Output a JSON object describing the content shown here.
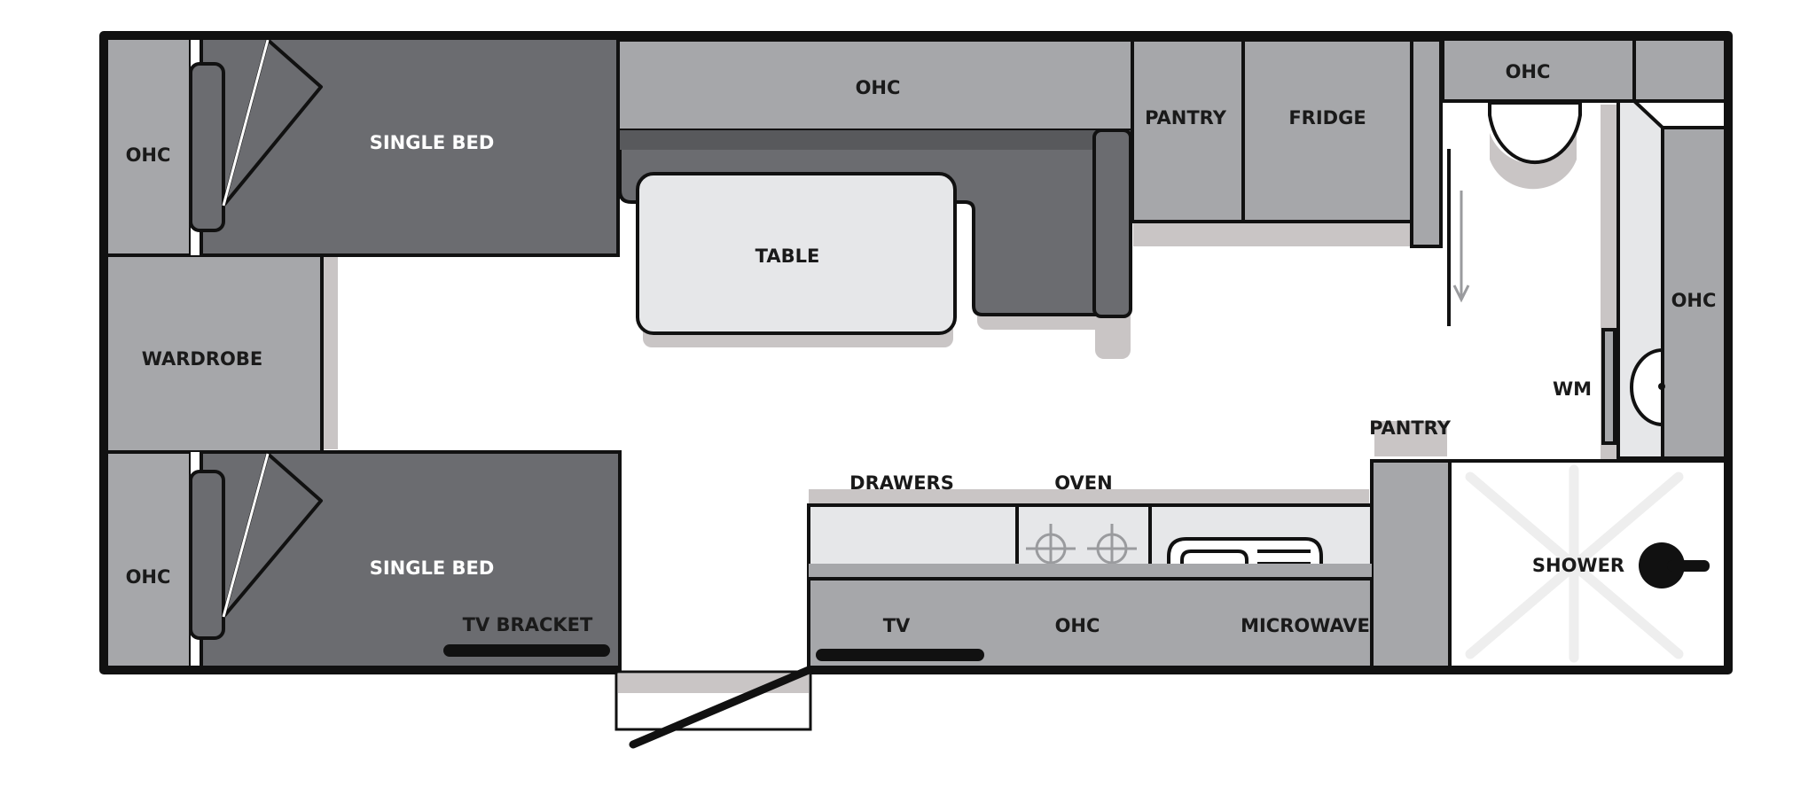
{
  "colors": {
    "wall": "#111111",
    "light_grey": "#a6a7aa",
    "dark_grey": "#6b6c70",
    "medium_grey": "#8a8b8e",
    "pale": "#e6e7e9",
    "shadow": "#c9c5c5",
    "floor": "#ffffff"
  },
  "labels": {
    "ohc_top_left": "OHC",
    "single_bed_top": "SINGLE BED",
    "ohc_top_middle": "OHC",
    "table": "TABLE",
    "pantry_top": "PANTRY",
    "fridge": "FRIDGE",
    "ohc_bathroom_top": "OHC",
    "ohc_bathroom_right": "OHC",
    "wm": "WM",
    "wardrobe": "WARDROBE",
    "ohc_bottom_left": "OHC",
    "single_bed_bottom": "SINGLE BED",
    "tv_bracket": "TV BRACKET",
    "drawers": "DRAWERS",
    "oven": "OVEN",
    "tv": "TV",
    "ohc_bottom_middle": "OHC",
    "microwave": "MICROWAVE",
    "pantry_bottom": "PANTRY",
    "shower": "SHOWER"
  },
  "icons": {
    "hob": "stove-burner-icon",
    "sink": "sink-icon",
    "toilet": "toilet-icon",
    "washing_machine": "washing-machine-icon",
    "shower_tap": "shower-tap-icon",
    "door_arrow": "sliding-door-arrow-icon",
    "entry_door": "entry-door-icon"
  }
}
